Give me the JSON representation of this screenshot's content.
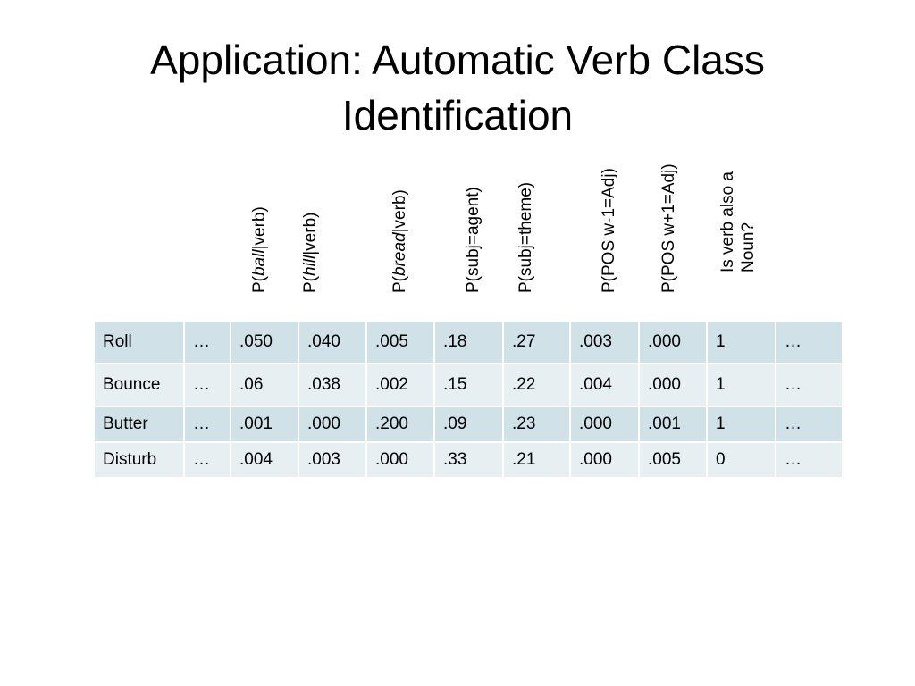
{
  "slide": {
    "title_line1": "Application: Automatic Verb Class",
    "title_line2": "Identification"
  },
  "columns": [
    {
      "pre": "P(",
      "em": "ball",
      "post": "|verb)"
    },
    {
      "pre": "P(",
      "em": "hill",
      "post": "|verb)"
    },
    {
      "pre": "P(",
      "em": "bread",
      "post": "|verb)"
    },
    {
      "pre": "P(subj=agent)",
      "em": "",
      "post": ""
    },
    {
      "pre": "P(subj=theme)",
      "em": "",
      "post": ""
    },
    {
      "pre": "P(POS w-1=Adj)",
      "em": "",
      "post": ""
    },
    {
      "pre": "P(POS w+1=Adj)",
      "em": "",
      "post": ""
    }
  ],
  "last_column": {
    "line1": "Is verb also a",
    "line2": "Noun?"
  },
  "rows": [
    {
      "verb": "Roll",
      "c0": "…",
      "c1": ".050",
      "c2": ".040",
      "c3": ".005",
      "c4": ".18",
      "c5": ".27",
      "c6": ".003",
      "c7": ".000",
      "c8": "1",
      "c9": "…"
    },
    {
      "verb": "Bounce",
      "c0": "…",
      "c1": ".06",
      "c2": ".038",
      "c3": ".002",
      "c4": ".15",
      "c5": ".22",
      "c6": ".004",
      "c7": ".000",
      "c8": "1",
      "c9": "…"
    },
    {
      "verb": "Butter",
      "c0": "…",
      "c1": ".001",
      "c2": ".000",
      "c3": ".200",
      "c4": ".09",
      "c5": ".23",
      "c6": ".000",
      "c7": ".001",
      "c8": "1",
      "c9": "…"
    },
    {
      "verb": "Disturb",
      "c0": "…",
      "c1": ".004",
      "c2": ".003",
      "c3": ".000",
      "c4": ".33",
      "c5": ".21",
      "c6": ".000",
      "c7": ".005",
      "c8": "0",
      "c9": "…"
    }
  ],
  "colors": {
    "row_band": "#d0e1e8",
    "row_plain": "#e8eff3",
    "cell_border": "#ffffff"
  }
}
